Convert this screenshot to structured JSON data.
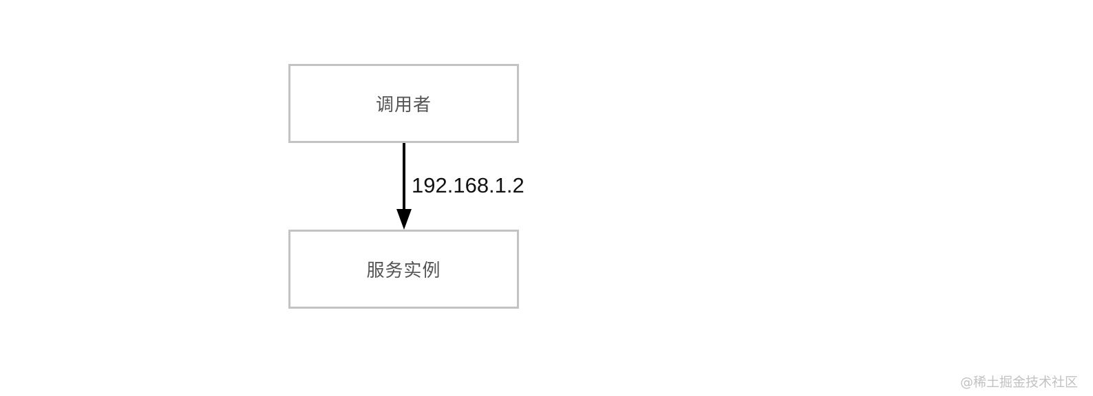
{
  "diagram": {
    "nodes": [
      {
        "id": "caller",
        "label": "调用者"
      },
      {
        "id": "service",
        "label": "服务实例"
      }
    ],
    "edges": [
      {
        "from": "caller",
        "to": "service",
        "label": "192.168.1.2"
      }
    ]
  },
  "colors": {
    "box_border": "#c3c3c3",
    "arrow": "#000000",
    "node_text": "#555555"
  },
  "watermark": "@稀土掘金技术社区"
}
